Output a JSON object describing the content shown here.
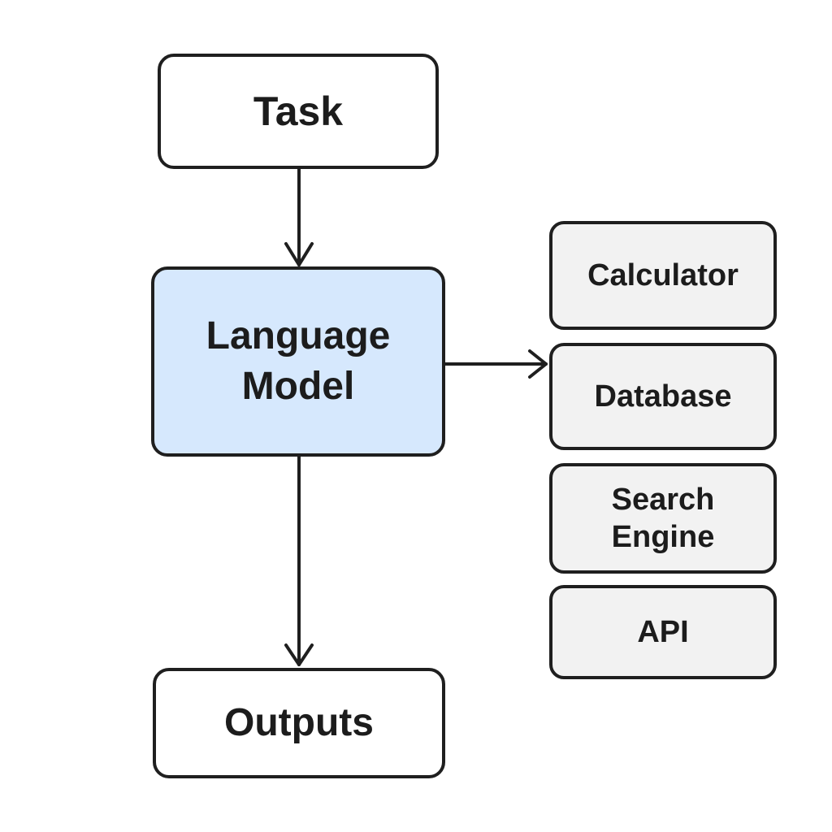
{
  "nodes": {
    "task": {
      "label": "Task"
    },
    "language_model": {
      "label_line1": "Language",
      "label_line2": "Model"
    },
    "outputs": {
      "label": "Outputs"
    }
  },
  "tools": [
    {
      "label": "Calculator"
    },
    {
      "label": "Database"
    },
    {
      "label_line1": "Search",
      "label_line2": "Engine"
    },
    {
      "label": "API"
    }
  ],
  "colors": {
    "stroke": "#1f1f1f",
    "model_fill": "#d6e8fd",
    "tool_fill": "#f2f2f2",
    "node_fill": "#ffffff"
  }
}
